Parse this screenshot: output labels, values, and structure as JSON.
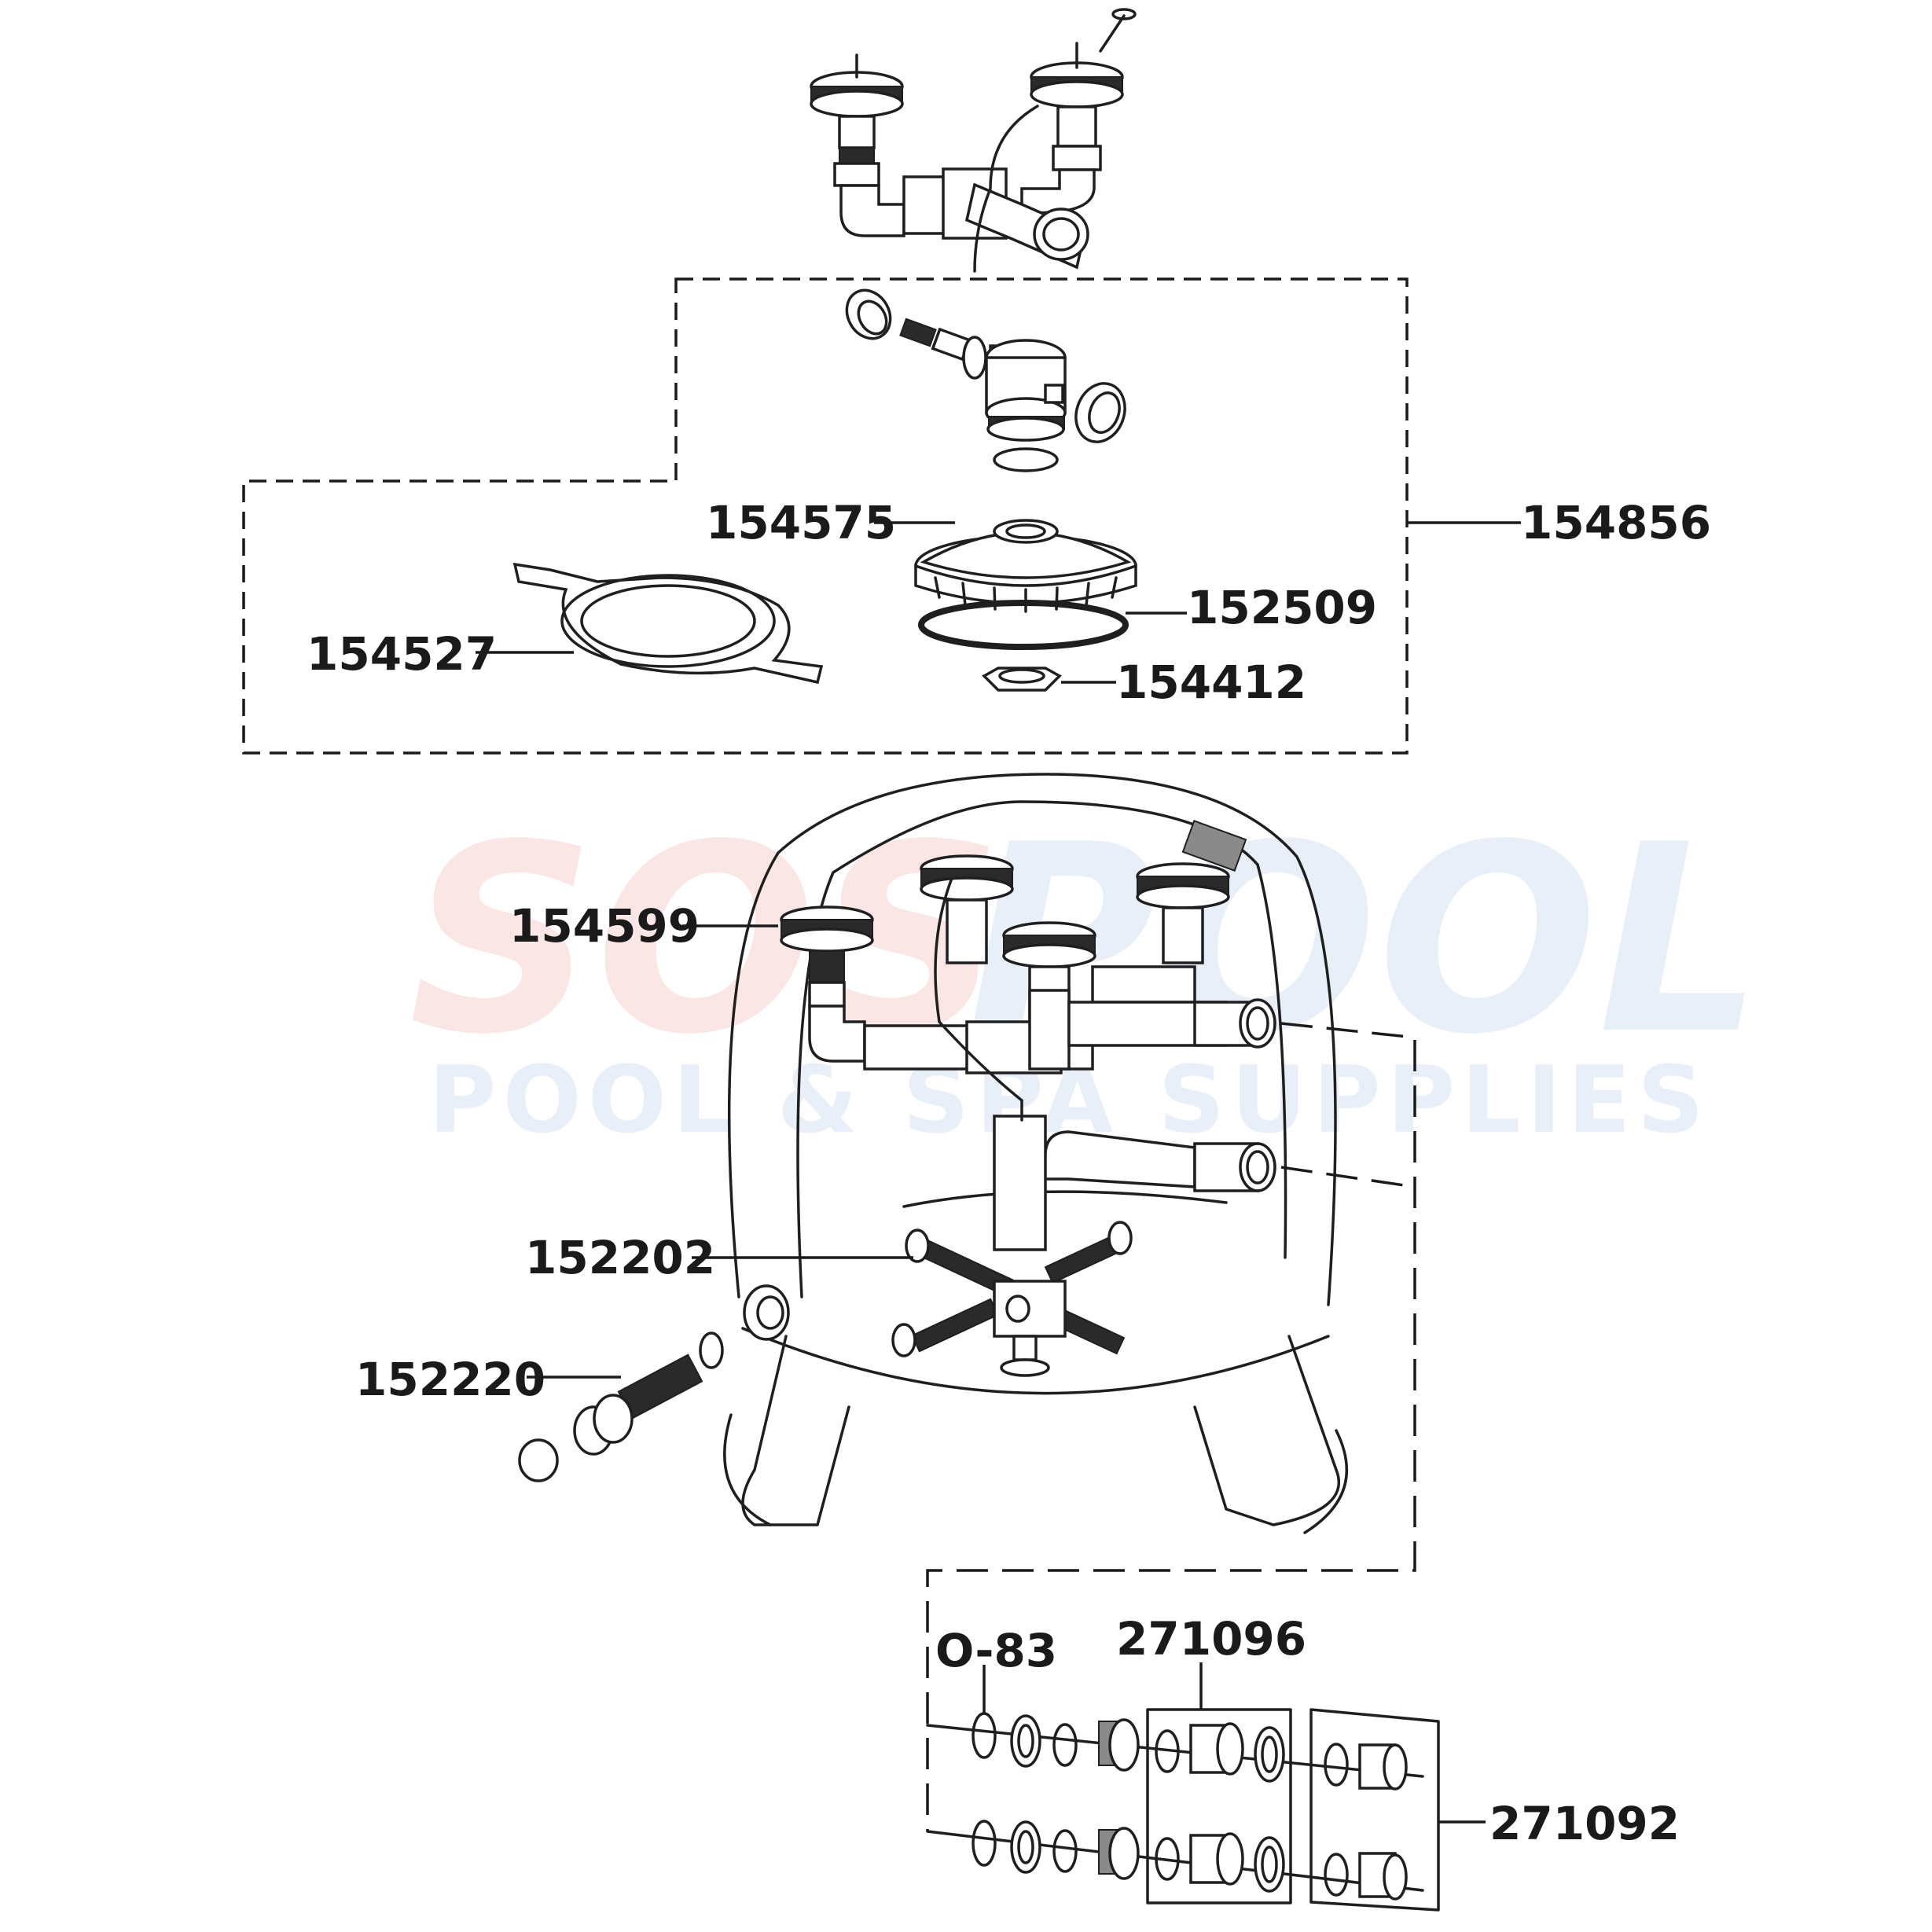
{
  "watermark": {
    "brand_left": "SOS",
    "brand_right": "POOL",
    "tagline": "POOL & SPA SUPPLIES",
    "color_left": "#f4b8b8",
    "color_right": "#c3d2ee"
  },
  "parts": {
    "p154856": "154856",
    "p154575": "154575",
    "p152509": "152509",
    "p154527": "154527",
    "p154412": "154412",
    "p154599": "154599",
    "p152202": "152202",
    "p152220": "152220",
    "pO83": "O-83",
    "p271096": "271096",
    "p271092": "271092"
  }
}
